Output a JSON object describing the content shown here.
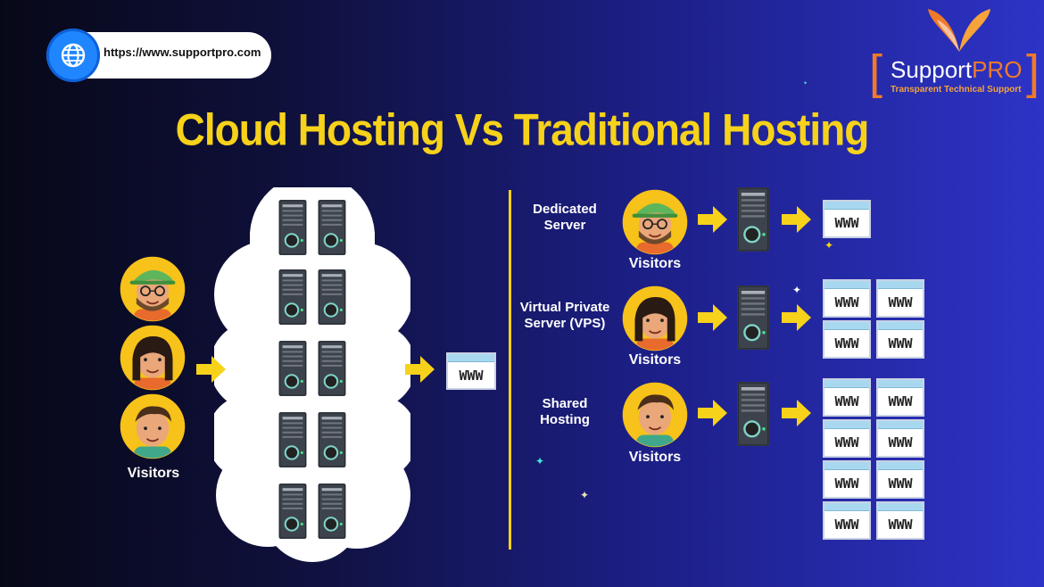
{
  "header": {
    "url": "https://www.supportpro.com",
    "title": "Cloud Hosting Vs Traditional Hosting"
  },
  "brand": {
    "name_main": "Support",
    "name_accent": "PRO",
    "tagline": "Transparent Technical Support"
  },
  "cloud_section": {
    "visitors_label": "Visitors",
    "website_label": "WWW"
  },
  "traditional_section": {
    "rows": [
      {
        "type_label": "Dedicated\nServer",
        "visitors_label": "Visitors",
        "website_label": "WWW",
        "website_count": 1
      },
      {
        "type_label": "Virtual Private\nServer (VPS)",
        "visitors_label": "Visitors",
        "website_label": "WWW",
        "website_count": 4
      },
      {
        "type_label": "Shared\nHosting",
        "visitors_label": "Visitors",
        "website_label": "WWW",
        "website_count": 8
      }
    ]
  },
  "colors": {
    "accent_yellow": "#f7d21a",
    "brand_orange": "#f07a2a",
    "link_blue": "#1f86ff"
  },
  "icons": {
    "url": "globe-icon",
    "arrow": "arrow-right-icon",
    "server": "server-icon",
    "website": "browser-window-icon",
    "visitor": "avatar-icon"
  }
}
